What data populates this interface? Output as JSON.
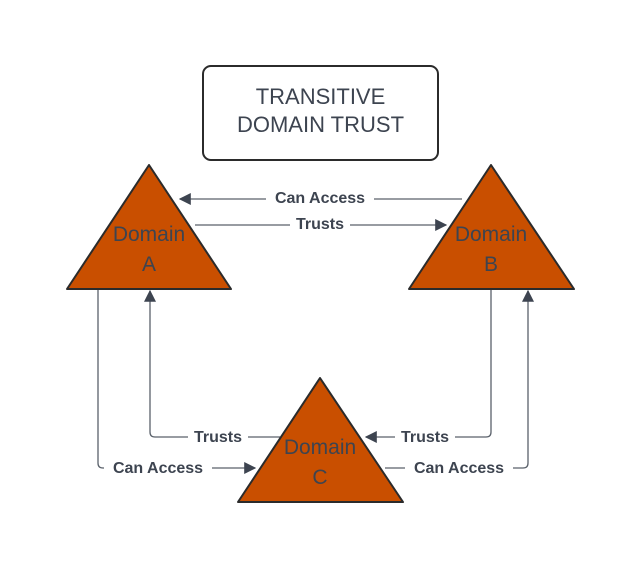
{
  "title": {
    "line1": "TRANSITIVE",
    "line2": "DOMAIN TRUST"
  },
  "colors": {
    "node_fill": "#c94f00",
    "node_stroke": "#2b2b2b",
    "text": "#3d4450",
    "edge": "#5a616b"
  },
  "nodes": [
    {
      "id": "A",
      "line1": "Domain",
      "line2": "A"
    },
    {
      "id": "B",
      "line1": "Domain",
      "line2": "B"
    },
    {
      "id": "C",
      "line1": "Domain",
      "line2": "C"
    }
  ],
  "edges": [
    {
      "from": "B",
      "to": "A",
      "label": "Can Access"
    },
    {
      "from": "A",
      "to": "B",
      "label": "Trusts"
    },
    {
      "from": "C",
      "to": "A",
      "label": "Trusts"
    },
    {
      "from": "A",
      "to": "C",
      "label": "Can Access"
    },
    {
      "from": "B",
      "to": "C",
      "label": "Trusts"
    },
    {
      "from": "C",
      "to": "B",
      "label": "Can Access"
    }
  ]
}
